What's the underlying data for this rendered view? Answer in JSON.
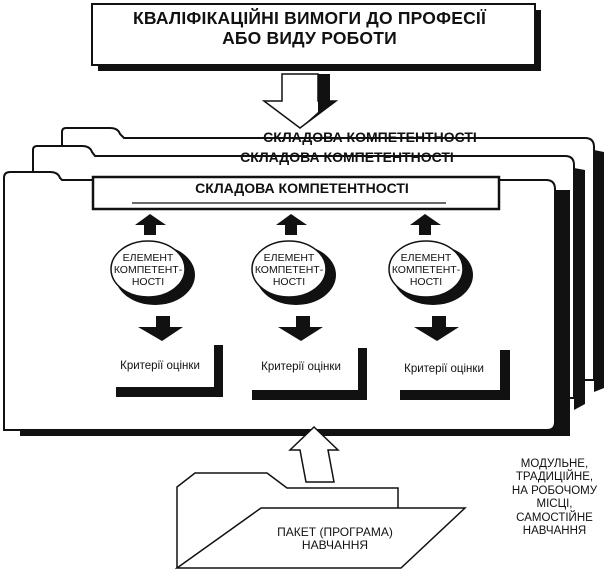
{
  "diagram": {
    "title_line1": "КВАЛІФІКАЦІЙНІ ВИМОГИ ДО ПРОФЕСІЇ",
    "title_line2": "АБО ВИДУ РОБОТИ",
    "layers": [
      {
        "label": "СКЛАДОВА КОМПЕТЕНТНОСТІ"
      },
      {
        "label": "СКЛАДОВА КОМПЕТЕНТНОСТІ"
      },
      {
        "label": "СКЛАДОВА КОМПЕТЕНТНОСТІ"
      }
    ],
    "elements": [
      {
        "line1": "ЕЛЕМЕНТ",
        "line2": "КОМПЕТЕНТ-",
        "line3": "НОСТІ",
        "criteria": "Критерії оцінки"
      },
      {
        "line1": "ЕЛЕМЕНТ",
        "line2": "КОМПЕТЕНТ-",
        "line3": "НОСТІ",
        "criteria": "Критерії оцінки"
      },
      {
        "line1": "ЕЛЕМЕНТ",
        "line2": "КОМПЕТЕНТ-",
        "line3": "НОСТІ",
        "criteria": "Критерії оцінки"
      }
    ],
    "package_line1": "ПАКЕТ (ПРОГРАМА)",
    "package_line2": "НАВЧАННЯ",
    "learning_modes": [
      "МОДУЛЬНЕ,",
      "ТРАДИЦІЙНЕ,",
      "НА РОБОЧОМУ",
      "МІСЦІ,",
      "САМОСТІЙНЕ",
      "НАВЧАННЯ"
    ]
  }
}
